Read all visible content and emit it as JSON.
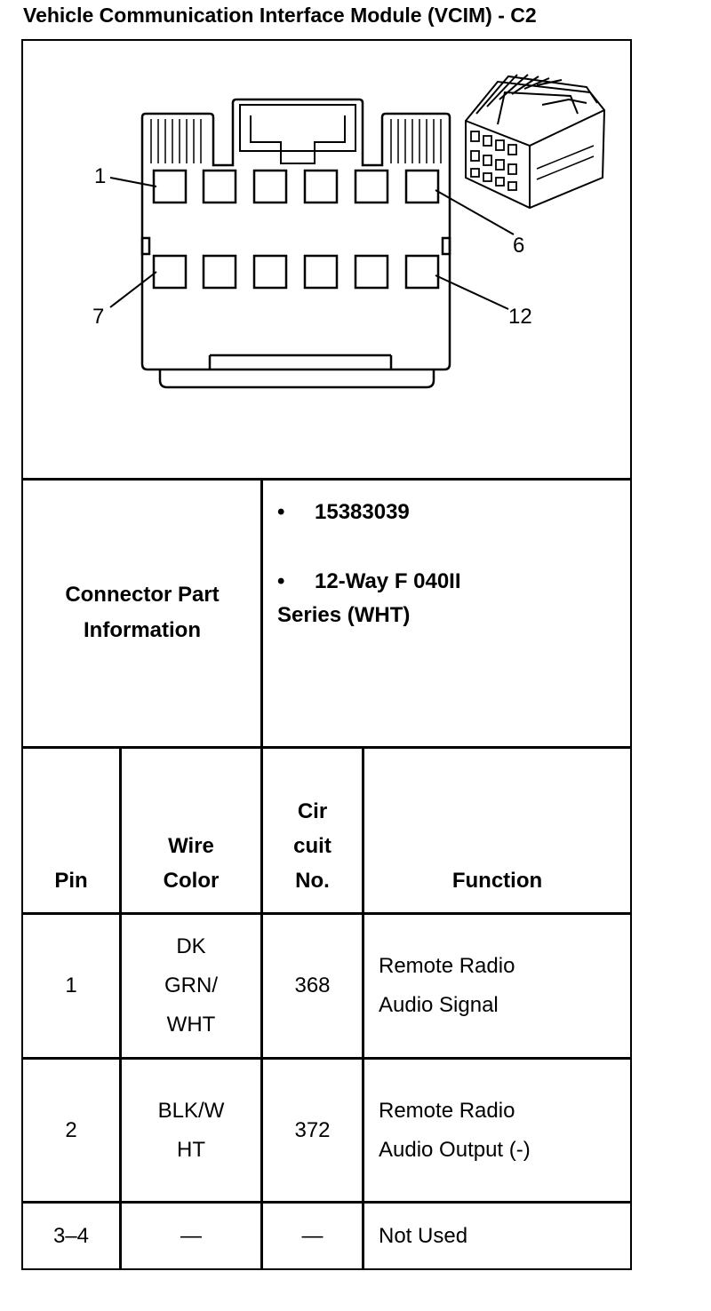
{
  "title": "Vehicle Communication Interface Module (VCIM) - C2",
  "diagram": {
    "callouts": [
      "1",
      "6",
      "7",
      "12"
    ]
  },
  "connector_info": {
    "label": "Connector Part Information",
    "items": [
      "15383039",
      "12-Way F 040II",
      "Series (WHT)"
    ]
  },
  "table": {
    "headers": {
      "pin": "Pin",
      "wire_color": "Wire\nColor",
      "circuit_no": "Cir\ncuit\nNo.",
      "function": "Function"
    },
    "rows": [
      {
        "pin": "1",
        "wire_color": "DK\nGRN/\nWHT",
        "circuit": "368",
        "function": "Remote Radio\nAudio Signal"
      },
      {
        "pin": "2",
        "wire_color": "BLK/W\nHT",
        "circuit": "372",
        "function": "Remote Radio\nAudio Output (-)"
      },
      {
        "pin": "3–4",
        "wire_color": "—",
        "circuit": "—",
        "function": "Not Used"
      }
    ]
  }
}
